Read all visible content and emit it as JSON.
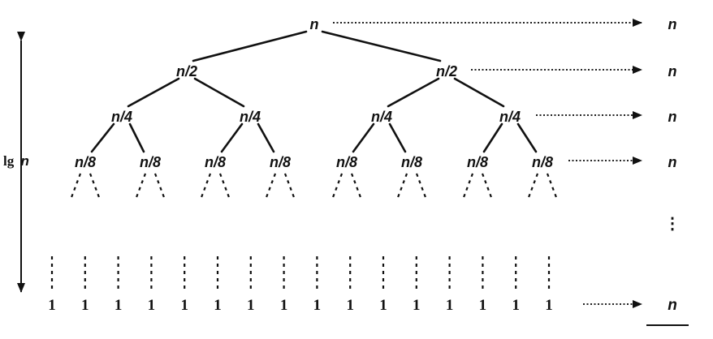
{
  "tree": {
    "levels": [
      [
        "n"
      ],
      [
        "n/2",
        "n/2"
      ],
      [
        "n/4",
        "n/4",
        "n/4",
        "n/4"
      ],
      [
        "n/8",
        "n/8",
        "n/8",
        "n/8",
        "n/8",
        "n/8",
        "n/8",
        "n/8"
      ]
    ],
    "leaf_label": "1",
    "leaf_count": 16
  },
  "level_sums": [
    "n",
    "n",
    "n",
    "n"
  ],
  "sum_ellipsis": "⋮",
  "final_sum": "n",
  "height_label_prefix": "lg",
  "height_label_var": "n",
  "colors": {
    "ink": "#111111",
    "background": "#ffffff"
  },
  "icons": {
    "arrow": "arrowhead-right-icon",
    "height_arrow": "double-arrow-vertical-icon"
  }
}
